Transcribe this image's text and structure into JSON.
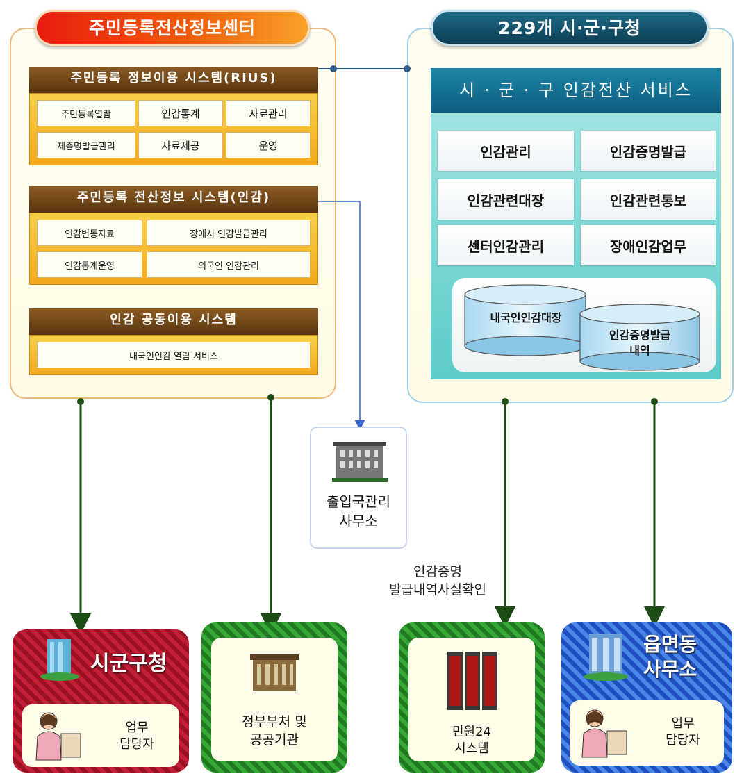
{
  "left_panel": {
    "title": "주민등록전산정보센터",
    "rius": {
      "header": "주민등록 정보이용 시스템(RIUS)",
      "cells": [
        "주민등록열람",
        "인감통계",
        "자료관리",
        "제증명발급관리",
        "자료제공",
        "운영"
      ]
    },
    "seal_system": {
      "header": "주민등록 전산정보 시스템(인감)",
      "cells": [
        "인감변동자료",
        "장애시 인감발급관리",
        "인감통계운영",
        "외국인 인감관리"
      ]
    },
    "shared_system": {
      "header": "인감 공동이용 시스템",
      "cell": "내국인인감 열람 서비스"
    }
  },
  "right_panel": {
    "title": "229개 시·군·구청",
    "service_header": "시 · 군 · 구 인감전산 서비스",
    "items": [
      "인감관리",
      "인감증명발급",
      "인감관련대장",
      "인감관련통보",
      "센터인감관리",
      "장애인감업무"
    ],
    "databases": [
      "내국인인감대장",
      "인감증명발급\n내역"
    ]
  },
  "immigration": {
    "label": "출입국관리\n사무소"
  },
  "verification_note": "인감증명\n발급내역사실확인",
  "bottom": {
    "city_office": {
      "title": "시군구청",
      "worker": "업무\n담당자"
    },
    "gov": {
      "label": "정부부처 및\n공공기관"
    },
    "minwon": {
      "label": "민원24\n시스템"
    },
    "town_office": {
      "title": "읍면동\n사무소",
      "worker": "업무\n담당자"
    }
  },
  "colors": {
    "left_title": "#e81c10",
    "right_title": "#0c3e55",
    "city_office": "#9c1021",
    "gov": "#1f7a1f",
    "town_office": "#1d4fbf",
    "arrow": "#1c4d14",
    "link": "#3a66cc"
  }
}
